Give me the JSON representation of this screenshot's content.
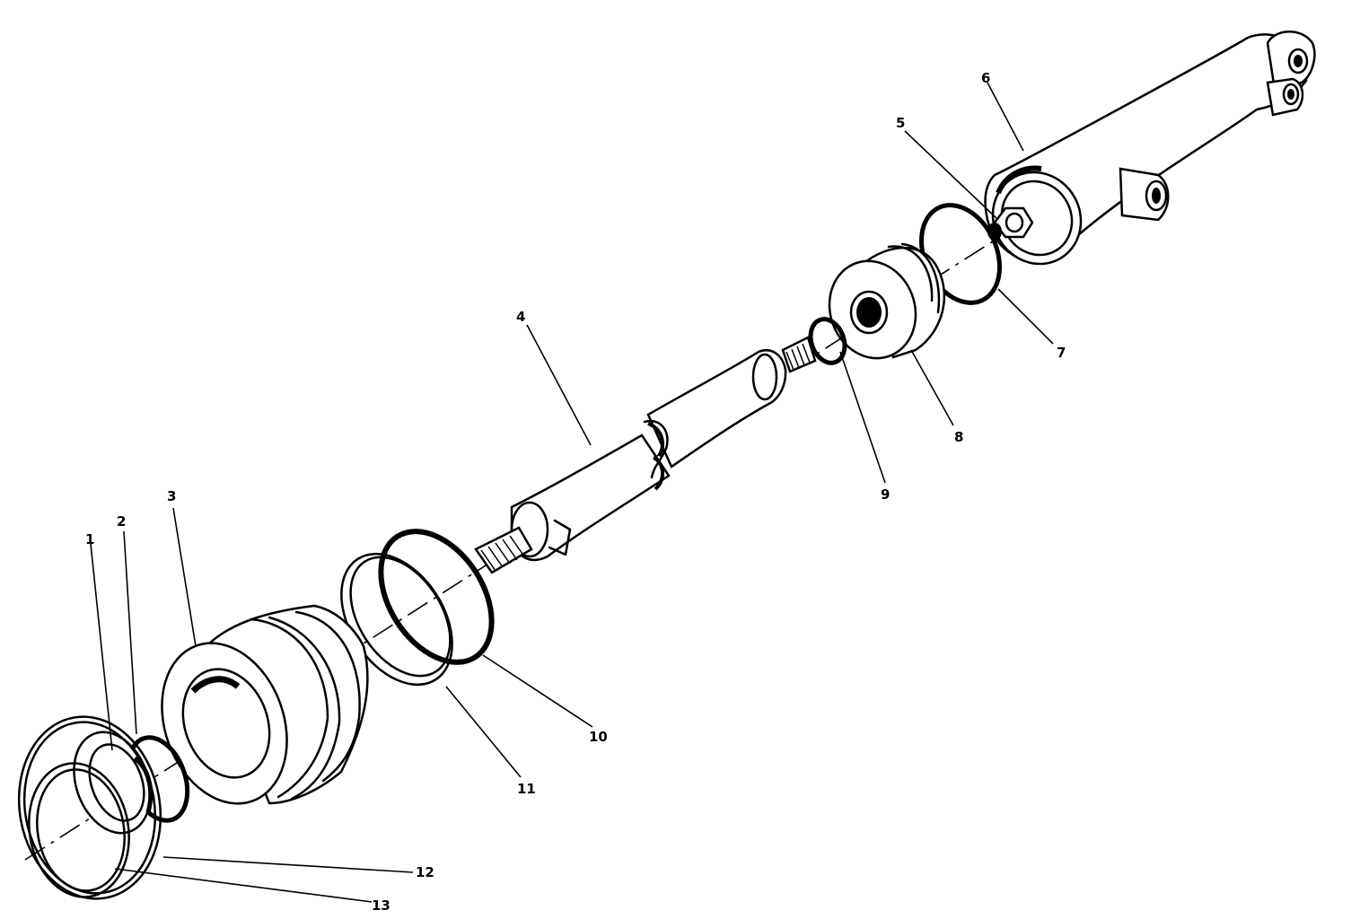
{
  "diagram": {
    "subject": "exploded view hydraulic cylinder",
    "callouts": [
      "1",
      "2",
      "3",
      "4",
      "5",
      "6",
      "7",
      "8",
      "9",
      "10",
      "11",
      "12",
      "13"
    ],
    "parts": [
      {
        "id": "1",
        "shape": "wiper-ring"
      },
      {
        "id": "2",
        "shape": "o-ring"
      },
      {
        "id": "3",
        "shape": "gland"
      },
      {
        "id": "4",
        "shape": "piston-rod"
      },
      {
        "id": "5",
        "shape": "nut"
      },
      {
        "id": "6",
        "shape": "cylinder-barrel"
      },
      {
        "id": "7",
        "shape": "o-ring"
      },
      {
        "id": "8",
        "shape": "piston"
      },
      {
        "id": "9",
        "shape": "o-ring"
      },
      {
        "id": "10",
        "shape": "o-ring"
      },
      {
        "id": "11",
        "shape": "backup-ring"
      },
      {
        "id": "12",
        "shape": "snap-ring"
      },
      {
        "id": "13",
        "shape": "retaining-ring"
      }
    ]
  }
}
